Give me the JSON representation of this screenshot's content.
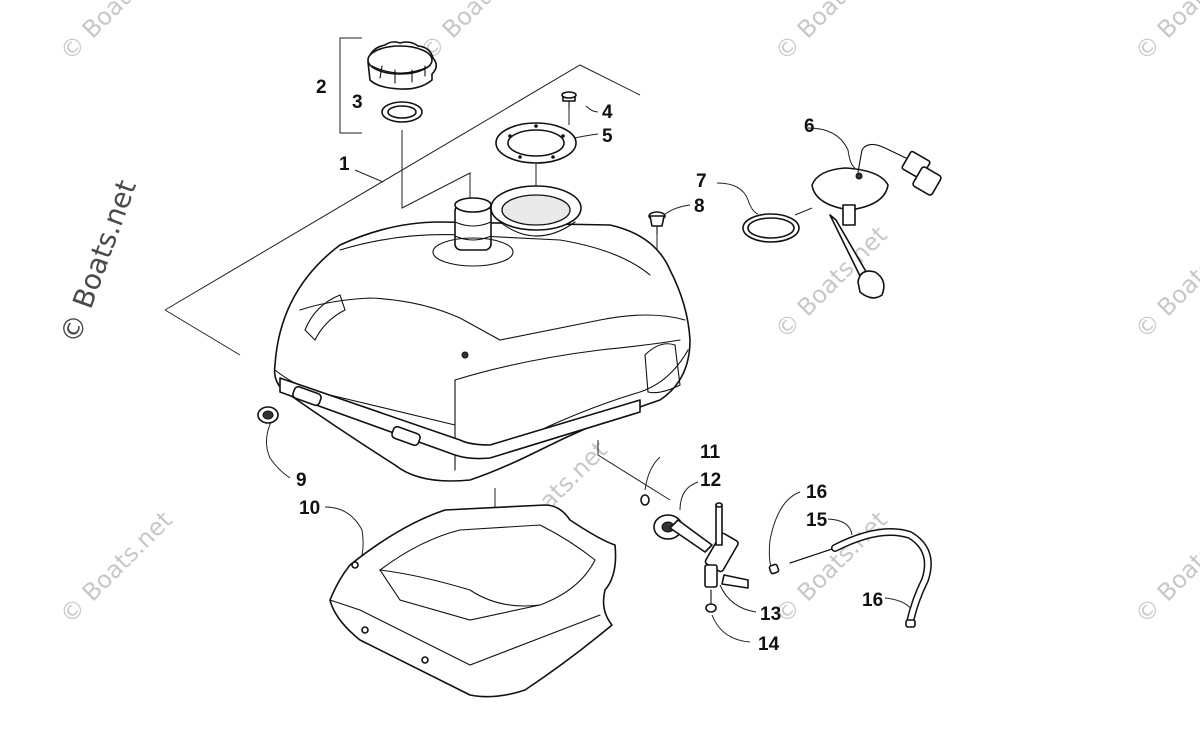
{
  "watermark": {
    "text": "© Boats.net",
    "main_text": "© Boats.net"
  },
  "callouts": [
    {
      "id": "c1",
      "label": "1"
    },
    {
      "id": "c2",
      "label": "2"
    },
    {
      "id": "c3",
      "label": "3"
    },
    {
      "id": "c4",
      "label": "4"
    },
    {
      "id": "c5",
      "label": "5"
    },
    {
      "id": "c6",
      "label": "6"
    },
    {
      "id": "c7",
      "label": "7"
    },
    {
      "id": "c8",
      "label": "8"
    },
    {
      "id": "c9",
      "label": "9"
    },
    {
      "id": "c10",
      "label": "10"
    },
    {
      "id": "c11",
      "label": "11"
    },
    {
      "id": "c12",
      "label": "12"
    },
    {
      "id": "c13",
      "label": "13"
    },
    {
      "id": "c14",
      "label": "14"
    },
    {
      "id": "c15",
      "label": "15"
    },
    {
      "id": "c16a",
      "label": "16"
    },
    {
      "id": "c16b",
      "label": "16"
    }
  ]
}
